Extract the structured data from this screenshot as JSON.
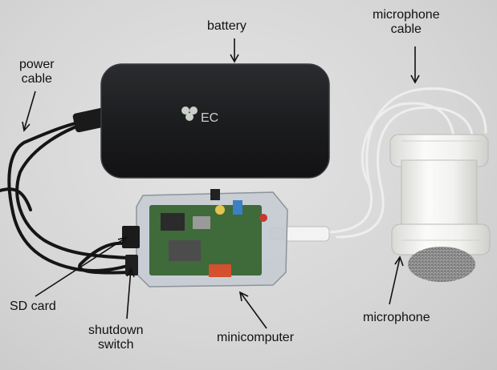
{
  "labels": {
    "battery": "battery",
    "microphone_cable": [
      "microphone",
      "cable"
    ],
    "power_cable": [
      "power",
      "cable"
    ],
    "sd_card": "SD card",
    "shutdown_switch": [
      "shutdown",
      "switch"
    ],
    "minicomputer": "minicomputer",
    "microphone": "microphone"
  },
  "battery_brand": "EC",
  "colors": {
    "background": "#d8d8d8",
    "battery": "#1e1f21",
    "case": "#c7ccd3",
    "board": "#3f6a3a",
    "microphone_body": "#f0f0ee",
    "cable_white": "#eeeeee",
    "cable_black": "#151515",
    "label_text": "#111111"
  }
}
